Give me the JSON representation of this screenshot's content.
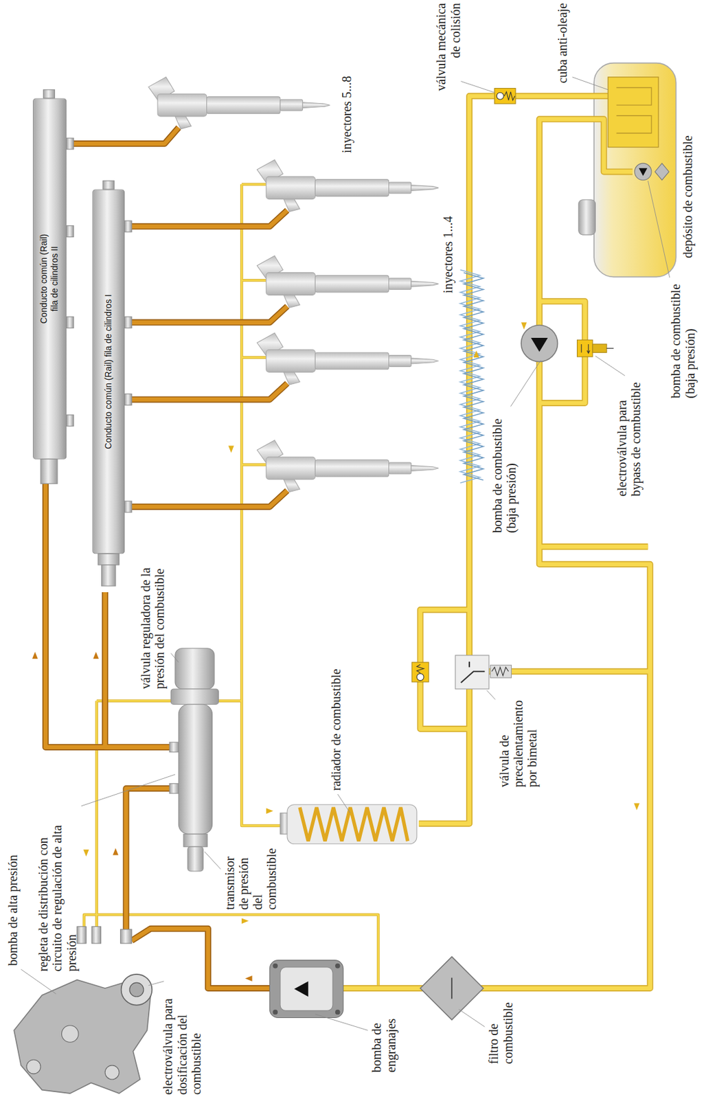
{
  "diagram": {
    "nodes": [
      {
        "text": [
          "Conducto común (Rail) fila de cilindros II"
        ]
      },
      {
        "text": [
          "Conducto común (Rail) fila de cilindros I"
        ]
      }
    ],
    "labels": [
      "bomba de alta presión",
      "regleta de distribución con circuito de regulación de alta presión",
      "electroválvula para dosificación del combustible",
      "bomba de engranajes",
      "filtro de combustible",
      "transmisor de presión del combustible",
      "radiador de combustible",
      "válvula reguladora de la presión del combustible",
      "válvula de precalentamiento por bimetal",
      "inyectores 1...4",
      "inyectores 5...8",
      "bomba de combustible (baja presión)",
      "electroválvula para bypass de combustible",
      "válvula mecánica de colisión",
      "cuba anti-oleaje",
      "depósito de combustible",
      "bomba de combustible (baja presión)"
    ]
  }
}
